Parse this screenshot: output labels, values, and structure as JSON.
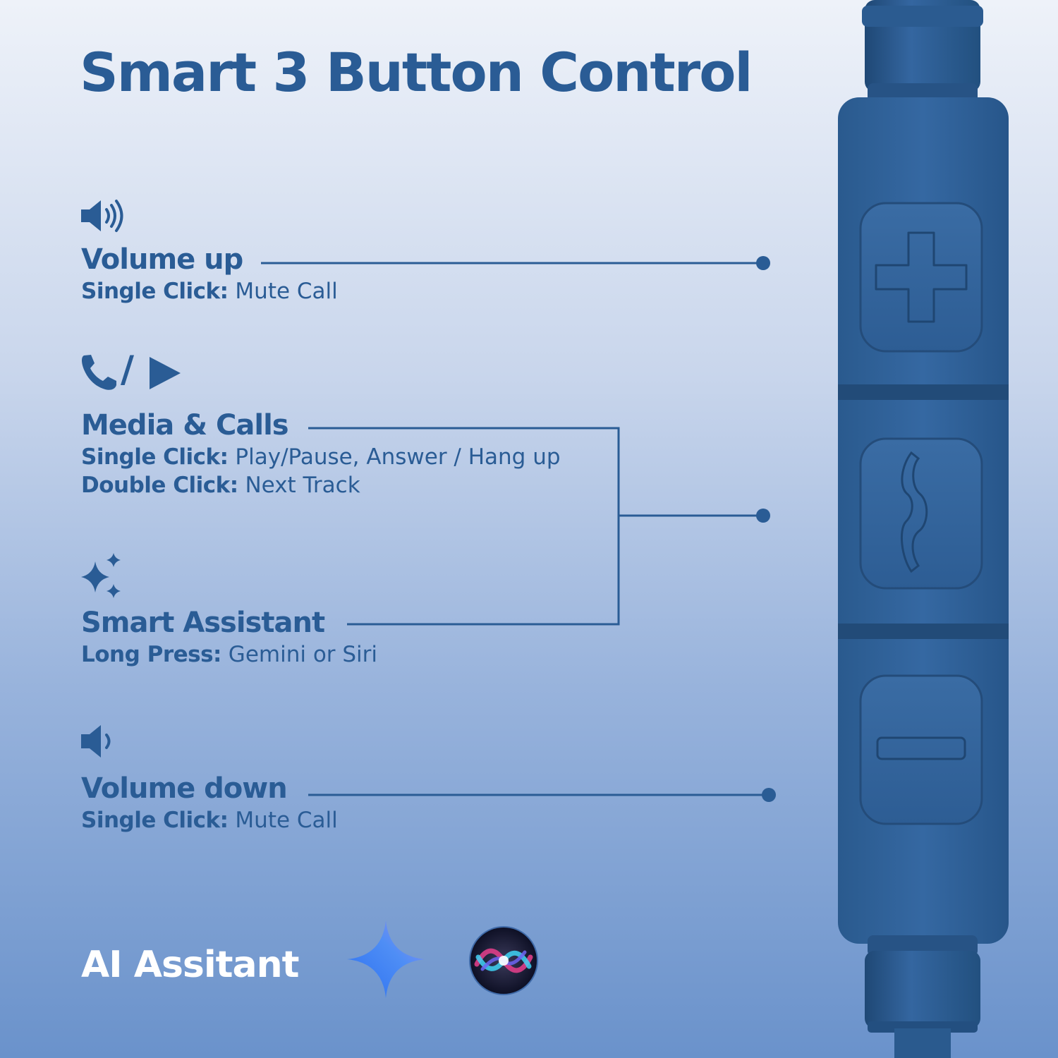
{
  "title": "Smart 3 Button Control",
  "colors": {
    "primary": "#2a5c95",
    "device": "#2d5f93",
    "device_dark": "#224b78",
    "ai_label": "#ffffff"
  },
  "sections": {
    "volume_up": {
      "icon": "speaker-high-icon",
      "heading": "Volume up",
      "lines": [
        {
          "action": "Single Click:",
          "result": "Mute Call"
        }
      ]
    },
    "media_calls": {
      "icon": "phone-play-icon",
      "separator": "/",
      "heading": "Media & Calls",
      "lines": [
        {
          "action": "Single Click:",
          "result": "Play/Pause, Answer / Hang up"
        },
        {
          "action": "Double Click:",
          "result": "Next Track"
        }
      ]
    },
    "smart_assistant": {
      "icon": "sparkles-icon",
      "heading": "Smart Assistant",
      "lines": [
        {
          "action": "Long Press:",
          "result": "Gemini or Siri"
        }
      ]
    },
    "volume_down": {
      "icon": "speaker-low-icon",
      "heading": "Volume down",
      "lines": [
        {
          "action": "Single Click:",
          "result": "Mute Call"
        }
      ]
    }
  },
  "ai_assistant": {
    "label": "AI Assitant",
    "logos": [
      "gemini-logo-icon",
      "siri-logo-icon"
    ]
  },
  "device_buttons": [
    "plus-icon",
    "phone-icon",
    "minus-icon"
  ]
}
